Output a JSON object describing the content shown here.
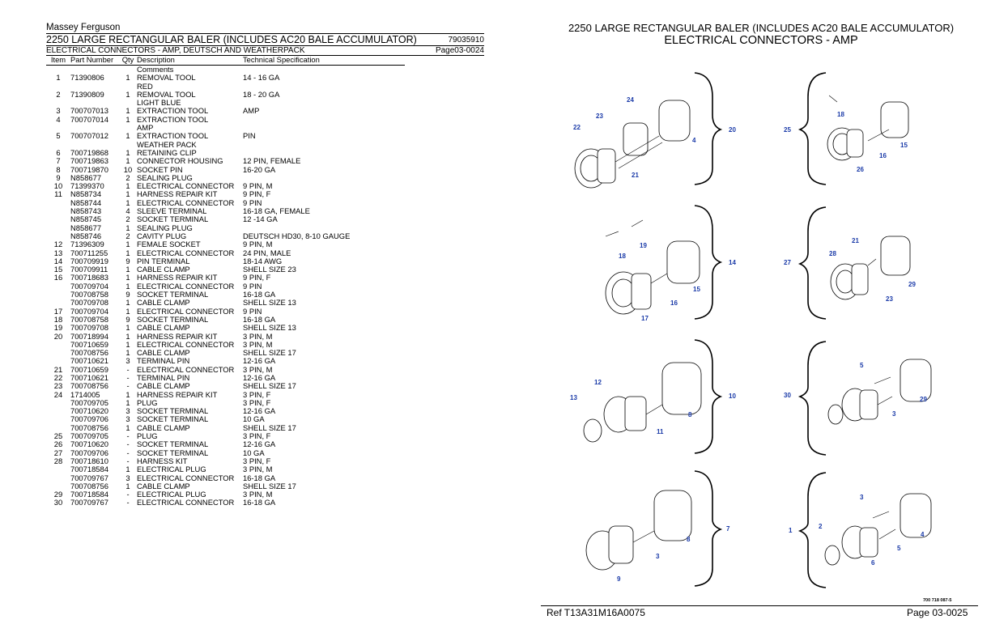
{
  "header": {
    "brand": "Massey Ferguson",
    "title": "2250 LARGE RECTANGULAR BALER (INCLUDES AC20 BALE ACCUMULATOR)",
    "doc_number": "79035910",
    "section": "ELECTRICAL CONNECTORS - AMP, DEUTSCH AND WEATHERPACK",
    "page": "Page03-0024"
  },
  "columns": {
    "item": "Item",
    "part": "Part Number",
    "qty": "Qty",
    "desc": "Description",
    "spec": "Technical Specification",
    "comments": "Comments"
  },
  "rows": [
    [
      "1",
      "71390806",
      "1",
      "REMOVAL TOOL",
      "14 - 16 GA"
    ],
    [
      "",
      "",
      "",
      "RED",
      ""
    ],
    [
      "2",
      "71390809",
      "1",
      "REMOVAL TOOL",
      "18 - 20 GA"
    ],
    [
      "",
      "",
      "",
      "LIGHT BLUE",
      ""
    ],
    [
      "3",
      "700707013",
      "1",
      "EXTRACTION TOOL",
      "AMP"
    ],
    [
      "4",
      "700707014",
      "1",
      "EXTRACTION TOOL",
      ""
    ],
    [
      "",
      "",
      "",
      "AMP",
      ""
    ],
    [
      "5",
      "700707012",
      "1",
      "EXTRACTION TOOL",
      "PIN"
    ],
    [
      "",
      "",
      "",
      "WEATHER PACK",
      ""
    ],
    [
      "6",
      "700719868",
      "1",
      "RETAINING CLIP",
      ""
    ],
    [
      "7",
      "700719863",
      "1",
      "CONNECTOR HOUSING",
      "12 PIN, FEMALE"
    ],
    [
      "8",
      "700719870",
      "10",
      "SOCKET PIN",
      "16-20 GA"
    ],
    [
      "9",
      "N858677",
      "2",
      "SEALING PLUG",
      ""
    ],
    [
      "10",
      "71399370",
      "1",
      "ELECTRICAL CONNECTOR",
      "9 PIN, M"
    ],
    [
      "11",
      "N858734",
      "1",
      "HARNESS REPAIR KIT",
      "9 PIN, F"
    ],
    [
      "",
      "N858744",
      "1",
      "ELECTRICAL CONNECTOR",
      "9 PIN"
    ],
    [
      "",
      "N858743",
      "4",
      "SLEEVE TERMINAL",
      "16-18 GA, FEMALE"
    ],
    [
      "",
      "N858745",
      "2",
      "SOCKET TERMINAL",
      "12 -14 GA"
    ],
    [
      "",
      "N858677",
      "1",
      "SEALING PLUG",
      ""
    ],
    [
      "",
      "N858746",
      "2",
      "CAVITY PLUG",
      "DEUTSCH HD30, 8-10 GAUGE"
    ],
    [
      "12",
      "71396309",
      "1",
      "FEMALE SOCKET",
      "9 PIN, M"
    ],
    [
      "13",
      "700711255",
      "1",
      "ELECTRICAL CONNECTOR",
      "24 PIN, MALE"
    ],
    [
      "14",
      "700709919",
      "9",
      "PIN TERMINAL",
      "18-14 AWG"
    ],
    [
      "15",
      "700709911",
      "1",
      "CABLE CLAMP",
      "SHELL SIZE 23"
    ],
    [
      "16",
      "700718683",
      "1",
      "HARNESS REPAIR KIT",
      "9 PIN, F"
    ],
    [
      "",
      "700709704",
      "1",
      "ELECTRICAL CONNECTOR",
      "9 PIN"
    ],
    [
      "",
      "700708758",
      "9",
      "SOCKET TERMINAL",
      "16-18 GA"
    ],
    [
      "",
      "700709708",
      "1",
      "CABLE CLAMP",
      "SHELL SIZE 13"
    ],
    [
      "17",
      "700709704",
      "1",
      "ELECTRICAL CONNECTOR",
      "9 PIN"
    ],
    [
      "18",
      "700708758",
      "9",
      "SOCKET TERMINAL",
      "16-18 GA"
    ],
    [
      "19",
      "700709708",
      "1",
      "CABLE CLAMP",
      "SHELL SIZE 13"
    ],
    [
      "20",
      "700718994",
      "1",
      "HARNESS REPAIR KIT",
      "3 PIN, M"
    ],
    [
      "",
      "700710659",
      "1",
      "ELECTRICAL CONNECTOR",
      "3 PIN, M"
    ],
    [
      "",
      "700708756",
      "1",
      "CABLE CLAMP",
      "SHELL SIZE 17"
    ],
    [
      "",
      "700710621",
      "3",
      "TERMINAL PIN",
      "12-16  GA"
    ],
    [
      "21",
      "700710659",
      "-",
      "ELECTRICAL CONNECTOR",
      "3 PIN, M"
    ],
    [
      "22",
      "700710621",
      "-",
      "TERMINAL PIN",
      "12-16  GA"
    ],
    [
      "23",
      "700708756",
      "-",
      "CABLE CLAMP",
      "SHELL SIZE 17"
    ],
    [
      "24",
      "1714005",
      "1",
      "HARNESS REPAIR KIT",
      "3 PIN, F"
    ],
    [
      "",
      "700709705",
      "1",
      "PLUG",
      "3 PIN, F"
    ],
    [
      "",
      "700710620",
      "3",
      "SOCKET TERMINAL",
      "12-16  GA"
    ],
    [
      "",
      "700709706",
      "3",
      "SOCKET TERMINAL",
      "10 GA"
    ],
    [
      "",
      "700708756",
      "1",
      "CABLE CLAMP",
      "SHELL SIZE 17"
    ],
    [
      "25",
      "700709705",
      "-",
      "PLUG",
      "3 PIN, F"
    ],
    [
      "26",
      "700710620",
      "-",
      "SOCKET TERMINAL",
      "12-16  GA"
    ],
    [
      "27",
      "700709706",
      "-",
      "SOCKET TERMINAL",
      "10 GA"
    ],
    [
      "28",
      "700718610",
      "-",
      "HARNESS KIT",
      "3 PIN, F"
    ],
    [
      "",
      "700718584",
      "1",
      "ELECTRICAL PLUG",
      "3 PIN, M"
    ],
    [
      "",
      "700709767",
      "3",
      "ELECTRICAL CONNECTOR",
      "16-18 GA"
    ],
    [
      "",
      "700708756",
      "1",
      "CABLE CLAMP",
      "SHELL SIZE 17"
    ],
    [
      "29",
      "700718584",
      "-",
      "ELECTRICAL PLUG",
      "3 PIN, M"
    ],
    [
      "30",
      "700709767",
      "-",
      "ELECTRICAL CONNECTOR",
      "16-18 GA"
    ]
  ],
  "diagram": {
    "title_line1": "2250 LARGE RECTANGULAR BALER (INCLUDES AC20 BALE ACCUMULATOR)",
    "title_line2": "ELECTRICAL CONNECTORS - AMP",
    "figure_code": "700 718 087-5",
    "callouts": [
      "1",
      "2",
      "3",
      "4",
      "5",
      "6",
      "7",
      "8",
      "9",
      "10",
      "11",
      "12",
      "13",
      "14",
      "15",
      "16",
      "17",
      "18",
      "19",
      "20",
      "21",
      "22",
      "23",
      "24",
      "25",
      "26",
      "27",
      "28",
      "29",
      "30"
    ]
  },
  "footer": {
    "ref": "Ref   T13A31M16A0075",
    "page": "Page   03-0025"
  }
}
